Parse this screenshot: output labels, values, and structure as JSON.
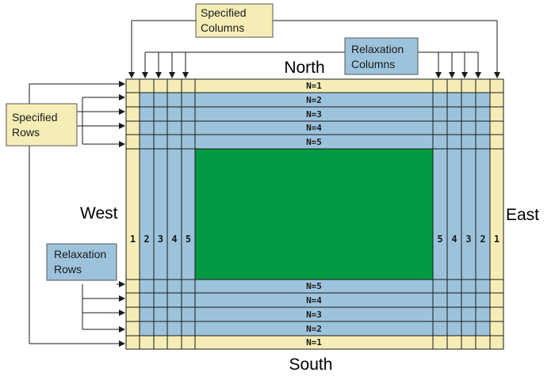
{
  "compass": {
    "north": "North",
    "south": "South",
    "west": "West",
    "east": "East"
  },
  "callouts": {
    "specified_columns": [
      "Specified",
      "Columns"
    ],
    "relaxation_columns": [
      "Relaxation",
      "Columns"
    ],
    "specified_rows": [
      "Specified",
      "Rows"
    ],
    "relaxation_rows": [
      "Relaxation",
      "Rows"
    ]
  },
  "rows_north": [
    "N=1",
    "N=2",
    "N=3",
    "N=4",
    "N=5"
  ],
  "rows_south": [
    "N=5",
    "N=4",
    "N=3",
    "N=2",
    "N=1"
  ],
  "cols_west": [
    "1",
    "2",
    "3",
    "4",
    "5"
  ],
  "cols_east": [
    "5",
    "4",
    "3",
    "2",
    "1"
  ],
  "colors": {
    "specified": "#F5EDB5",
    "relaxation": "#9DC3DC",
    "interior": "#009A44",
    "line": "#1a1a1a"
  }
}
